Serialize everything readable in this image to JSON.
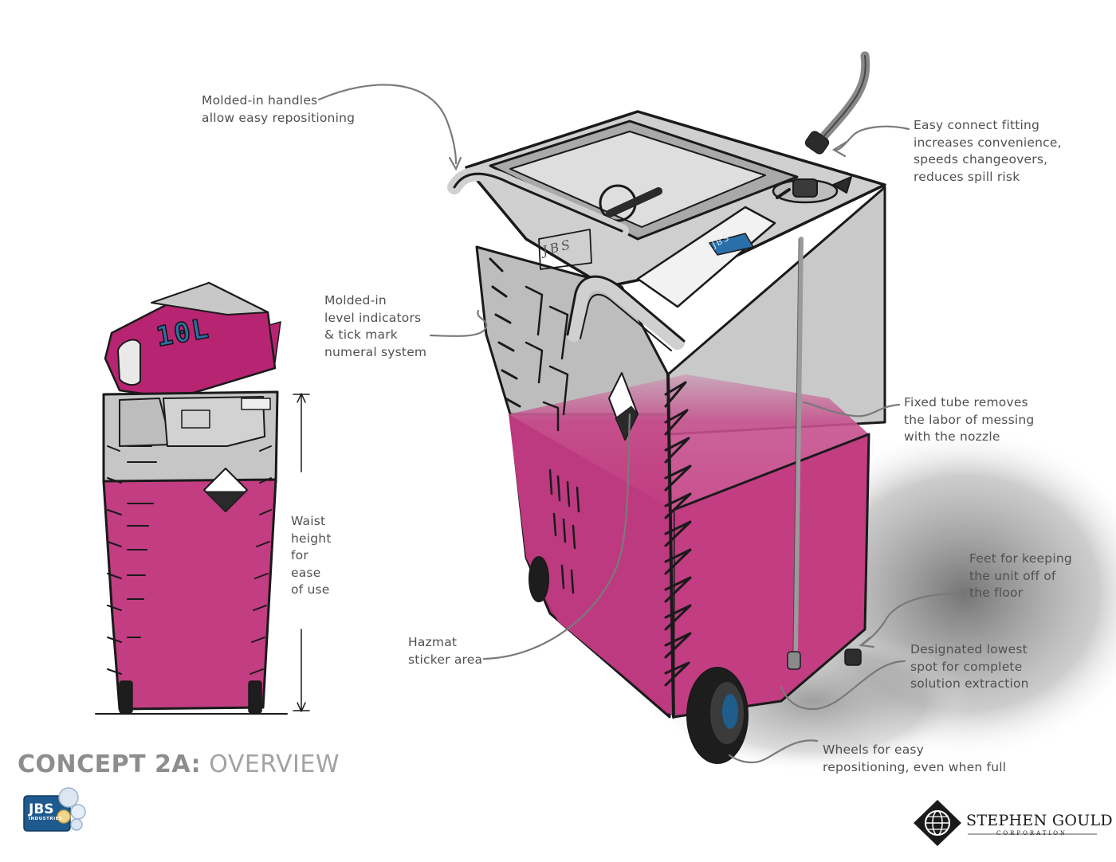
{
  "title": {
    "strong": "CONCEPT 2A:",
    "light": "OVERVIEW"
  },
  "callouts": {
    "handles": [
      "Molded-in handles",
      "allow easy repositioning"
    ],
    "fitting": [
      "Easy connect fitting",
      "increases convenience,",
      "speeds changeovers,",
      "reduces spill risk"
    ],
    "level": [
      "Molded-in",
      "level indicators",
      "& tick mark",
      "numeral system"
    ],
    "tube": [
      "Fixed tube removes",
      "the labor of messing",
      "with the nozzle"
    ],
    "waist": [
      "Waist",
      "height",
      "for",
      "ease",
      "of use"
    ],
    "feet": [
      "Feet for keeping",
      "the unit off of",
      "the floor"
    ],
    "hazmat": [
      "Hazmat",
      "sticker area"
    ],
    "lowest": [
      "Designated lowest",
      "spot for complete",
      "solution extraction"
    ],
    "wheels": [
      "Wheels for easy",
      "repositioning, even when full"
    ]
  },
  "product_labels": {
    "jug": "10L",
    "panel_emboss": "JBS",
    "screen": "JBS"
  },
  "logos": {
    "jbs": {
      "name": "JBS",
      "sub": "INDUSTRIES"
    },
    "stephen_gould": {
      "name": "STEPHEN GOULD",
      "sub": "CORPORATION"
    }
  },
  "colors": {
    "fluid": "#c23d82",
    "fluid_dark": "#a02a68",
    "jug": "#b72471",
    "body_gray": "#c4c4c4",
    "outline": "#1a1a1a",
    "callout_text": "#505050",
    "title_strong": "#8d8d8d",
    "title_light": "#a3a3a3",
    "screen_blue": "#2b6fa8"
  }
}
